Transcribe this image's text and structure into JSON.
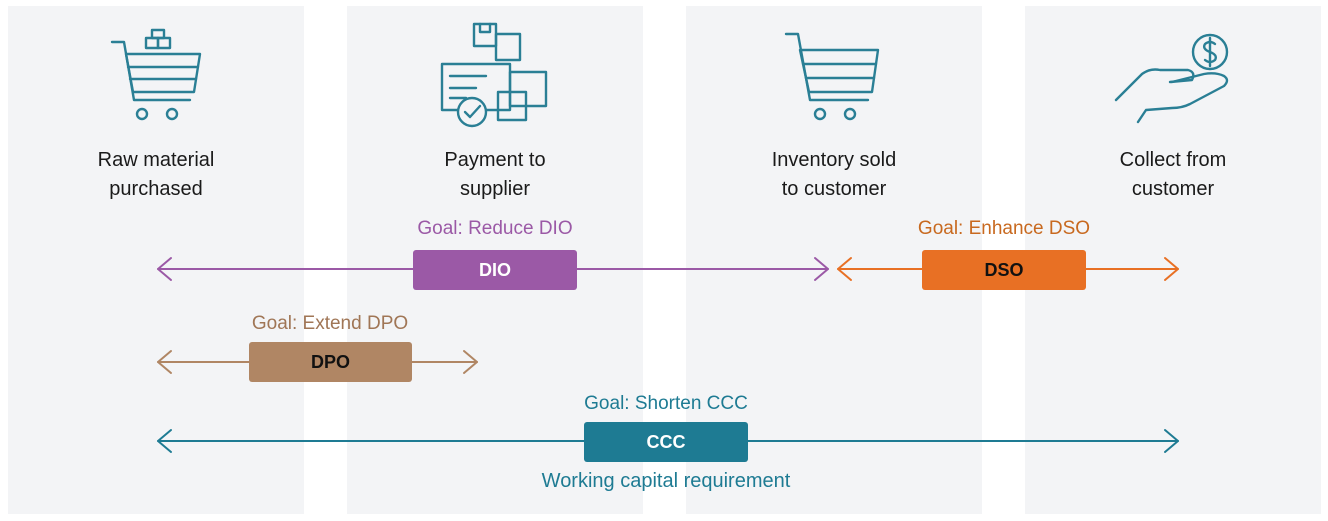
{
  "stages": [
    {
      "label_line1": "Raw material",
      "label_line2": "purchased",
      "icon": "shopping-cart-boxes-icon"
    },
    {
      "label_line1": "Payment to",
      "label_line2": "supplier",
      "icon": "invoice-check-icon"
    },
    {
      "label_line1": "Inventory sold",
      "label_line2": "to customer",
      "icon": "shopping-cart-icon"
    },
    {
      "label_line1": "Collect from",
      "label_line2": "customer",
      "icon": "hand-coin-icon"
    }
  ],
  "metrics": {
    "dio": {
      "goal": "Goal: Reduce DIO",
      "label": "DIO",
      "color": "#9b59a6",
      "text_color": "#ffffff"
    },
    "dso": {
      "goal": "Goal: Enhance DSO",
      "label": "DSO",
      "color": "#e87024",
      "text_color": "#111111"
    },
    "dpo": {
      "goal": "Goal: Extend DPO",
      "label": "DPO",
      "color": "#b08664",
      "text_color": "#111111"
    },
    "ccc": {
      "goal": "Goal: Shorten CCC",
      "label": "CCC",
      "color": "#1e7b93",
      "text_color": "#ffffff",
      "caption": "Working capital requirement"
    }
  },
  "icon_color": "#2a7f95"
}
